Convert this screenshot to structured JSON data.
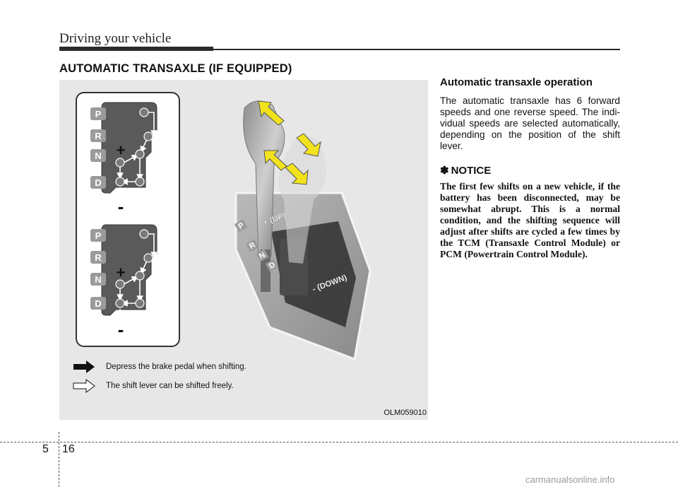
{
  "header": {
    "title": "Driving your vehicle"
  },
  "section": {
    "title": "AUTOMATIC TRANSAXLE (IF EQUIPPED)"
  },
  "figure": {
    "gate_positions": [
      "P",
      "R",
      "N",
      "D"
    ],
    "plus_label": "+",
    "minus_label": "-",
    "lever_labels": {
      "up": "+ (UP)",
      "down": "- (DOWN)"
    },
    "legend": {
      "filled_arrow": "Depress the brake pedal when shifting.",
      "outline_arrow": "The shift lever can be shifted freely."
    },
    "code": "OLM059010",
    "colors": {
      "panel": "#e7e7e7",
      "gate_label": "#9b9b9b",
      "arrow": "#f2e21c"
    }
  },
  "content": {
    "heading": "Automatic transaxle operation",
    "body": "The automatic transaxle has 6 forward speeds and one reverse speed. The indi-vidual speeds are selected automatically, depending on the position of the shift lever.",
    "notice": {
      "icon": "✽",
      "title": "NOTICE",
      "text": "The first few shifts on a new vehicle, if the battery has been disconnected, may be somewhat abrupt. This is a normal condition, and the shifting sequence will adjust after shifts are cycled a few times by the TCM (Transaxle Control Module) or PCM (Powertrain Control Module)."
    }
  },
  "footer": {
    "chapter": "5",
    "page": "16",
    "watermark": "carmanualsonline.info"
  }
}
